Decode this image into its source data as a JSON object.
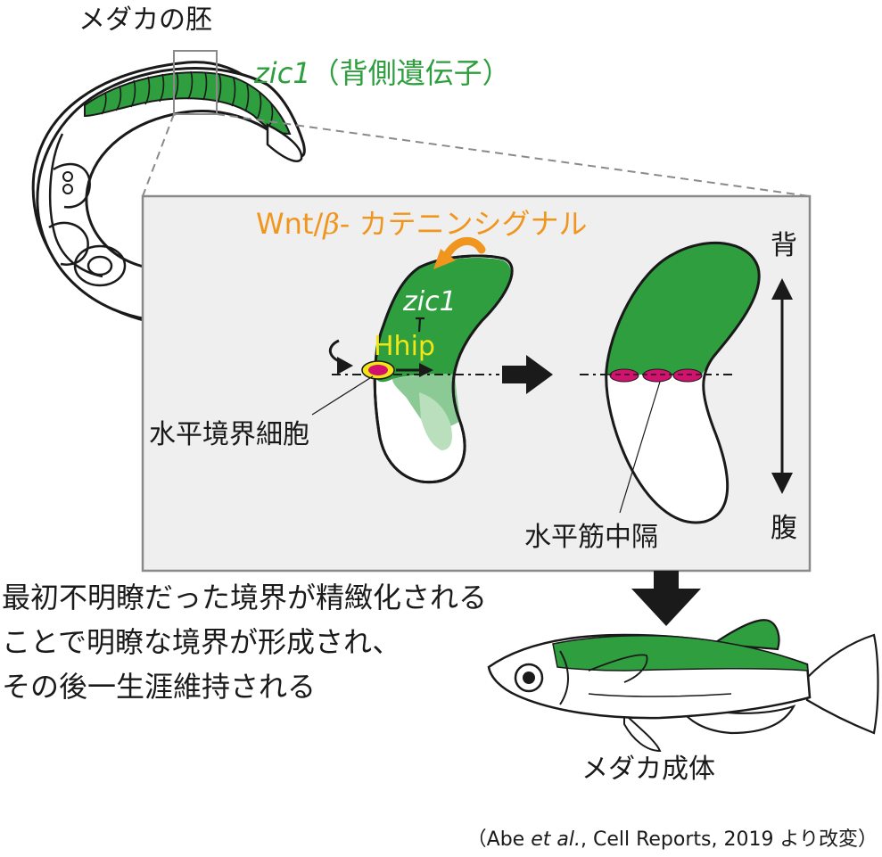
{
  "labels": {
    "embryo_title": "メダカの胚",
    "zic1_gene": "zic1",
    "zic1_note": "（背側遺伝子）",
    "wnt_prefix": "Wnt/",
    "wnt_beta": "β",
    "wnt_suffix": "- カテニンシグナル",
    "zic1_inner": "zic1",
    "hhip": "Hhip",
    "horizontal_boundary_cells": "水平境界細胞",
    "dorsal": "背",
    "ventral": "腹",
    "horizontal_myoseptum": "水平筋中隔",
    "adult_medaka": "メダカ成体"
  },
  "caption": {
    "line1": "最初不明瞭だった境界が精緻化される",
    "line2": "ことで明瞭な境界が形成され、",
    "line3": "その後一生涯維持される"
  },
  "citation": {
    "open": "（Abe ",
    "etal": "et al.",
    "rest": ", Cell Reports, 2019 より改変）"
  },
  "colors": {
    "green": "#2e9e3e",
    "light_green": "#b9dfbd",
    "panel_bg": "#efefef",
    "orange": "#f0961e",
    "yellow": "#f2e615",
    "magenta": "#d2126e",
    "outline": "#1a1a1a"
  }
}
